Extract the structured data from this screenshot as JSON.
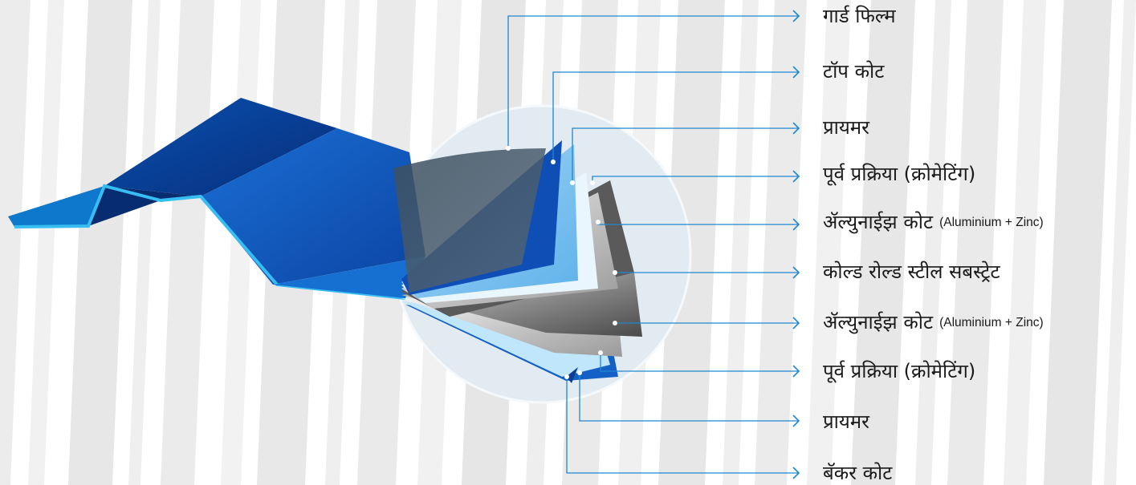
{
  "colors": {
    "leader_line": "#1e88d0",
    "sheet_dark": "#083a8c",
    "sheet_mid": "#1460c4",
    "sheet_light": "#1e8ee6",
    "sheet_edge": "#2fb4ee",
    "label_text": "#1a1a1a"
  },
  "layers": [
    {
      "label": "गार्ड फिल्म",
      "sublabel": ""
    },
    {
      "label": "टॉप कोट",
      "sublabel": ""
    },
    {
      "label": "प्रायमर",
      "sublabel": ""
    },
    {
      "label": "पूर्व प्रक्रिया (क्रोमेटिंग)",
      "sublabel": ""
    },
    {
      "label": "ॲल्युनाईझ कोट",
      "sublabel": "(Aluminium + Zinc)"
    },
    {
      "label": "कोल्ड रोल्ड स्टील सबस्ट्रेट",
      "sublabel": ""
    },
    {
      "label": "ॲल्युनाईझ कोट",
      "sublabel": "(Aluminium + Zinc)"
    },
    {
      "label": "पूर्व प्रक्रिया (क्रोमेटिंग)",
      "sublabel": ""
    },
    {
      "label": "प्रायमर",
      "sublabel": ""
    },
    {
      "label": "बॅकर कोट",
      "sublabel": ""
    }
  ]
}
